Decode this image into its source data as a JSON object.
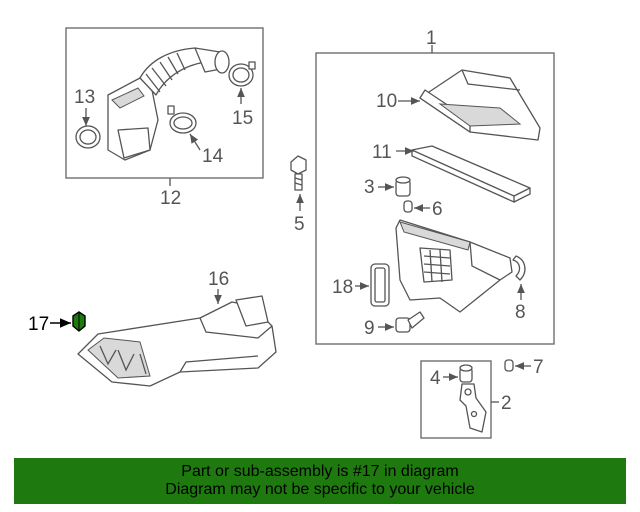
{
  "highlight_color": "#1e7a0f",
  "highlight_part": "17",
  "labels": {
    "p1": "1",
    "p2": "2",
    "p3": "3",
    "p4": "4",
    "p5": "5",
    "p6": "6",
    "p7": "7",
    "p8": "8",
    "p9": "9",
    "p10": "10",
    "p11": "11",
    "p12": "12",
    "p13": "13",
    "p14": "14",
    "p15": "15",
    "p16": "16",
    "p17": "17",
    "p18": "18"
  },
  "banner": {
    "line1": "Part or sub-assembly is #17 in diagram",
    "line2": "Diagram may not be specific to your vehicle"
  }
}
